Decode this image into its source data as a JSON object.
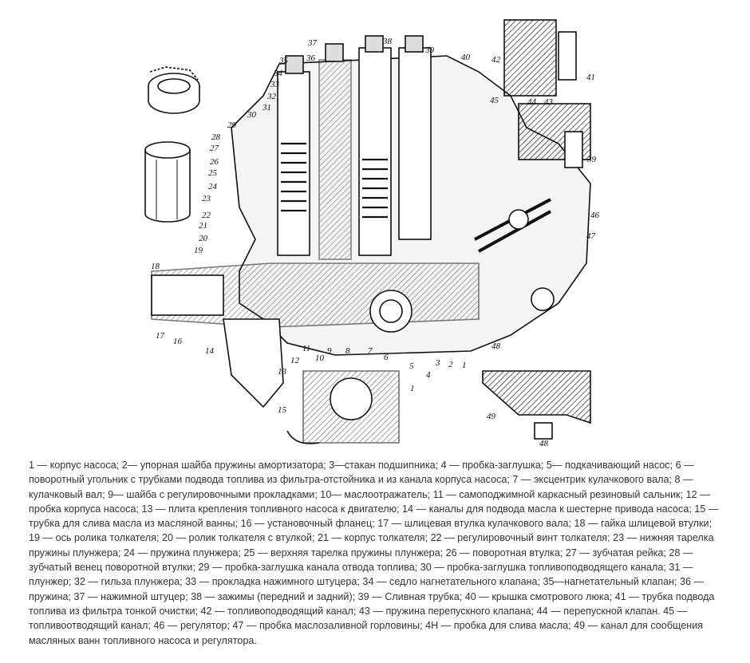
{
  "figure": {
    "title": "Fuel injection pump cross-section",
    "callouts": [
      "37",
      "36",
      "38",
      "39",
      "40",
      "35",
      "34",
      "33",
      "32",
      "31",
      "30",
      "29",
      "28",
      "27",
      "26",
      "25",
      "24",
      "23",
      "22",
      "21",
      "20",
      "19",
      "18",
      "17",
      "16",
      "14",
      "13",
      "12",
      "11",
      "10",
      "9",
      "8",
      "7",
      "6",
      "5",
      "4",
      "3",
      "2",
      "1",
      "48",
      "15",
      "1",
      "42",
      "41",
      "45",
      "44",
      "43",
      "39",
      "46",
      "47",
      "49",
      "48"
    ]
  },
  "caption": {
    "lines": [
      "1 — корпус насоса; 2— упорная шайба пружины амортизатора; 3—стакан подшипника; 4 — пробка-заглушка; 5— подкачивающий насос; 6 —",
      "поворотный угольник с трубками подвода топлива из фильтра-отстойника и из канала корпуса насоса; 7 — эксцентрик кулачкового вала; 8 —",
      "кулачковый вал; 9— шайба с регулировочными прокладками; 10— маслоотражатель; 11 — самоподжимной каркасный резиновый сальник; 12 —",
      "пробка корпуса насоса; 13 — плита крепления топливного насоса к двигателю; 14 — каналы для подвода масла к шестерне привода насоса; 15 —",
      "трубка для слива масла из масляной ванны; 16 — установочный фланец; 17 — шлицевая втулка кулачкового вала; 18 — гайка шлицевой втулки;",
      "19 — ось ролика толкателя; 20 — ролик толкателя с втулкой; 21 — корпус толкателя; 22 — регулировочный винт толкателя; 23 — нижняя тарелка",
      "пружины плунжера; 24 — пружина плунжера; 25 — верхняя тарелка пружины плунжера; 26 — поворотная втулка; 27 — зубчатая рейка; 28 —",
      "зубчатый венец поворотной втулки; 29 — пробка-заглушка канала отвода топлива; 30 — пробка-заглушка топливоподводящего канала; 31 —",
      "плунжер; 32 — гильза плунжера; 33 — прокладка нажимного штуцера; 34 — седло нагнетательного клапана; 35—нагнетательный клапан; 36 —",
      "пружина; 37 — нажимной штуцер; 38 — зажимы (передний и задний); 39 — Сливная трубка; 40 — крышка смотрового люка; 41 — трубка подвода",
      "топлива из фильтра тонкой очистки; 42 — топливоподводящий канал; 43 — пружина перепускного клапана; 44 — перепускной клапан. 45 —",
      "топливоотводящий канал; 46 — регулятор; 47 — пробка маслозаливной горловины; 4Н — пробка для слива масла; 49 — канал для сообщения",
      "масляных ванн топливного насоса и регулятора."
    ]
  }
}
